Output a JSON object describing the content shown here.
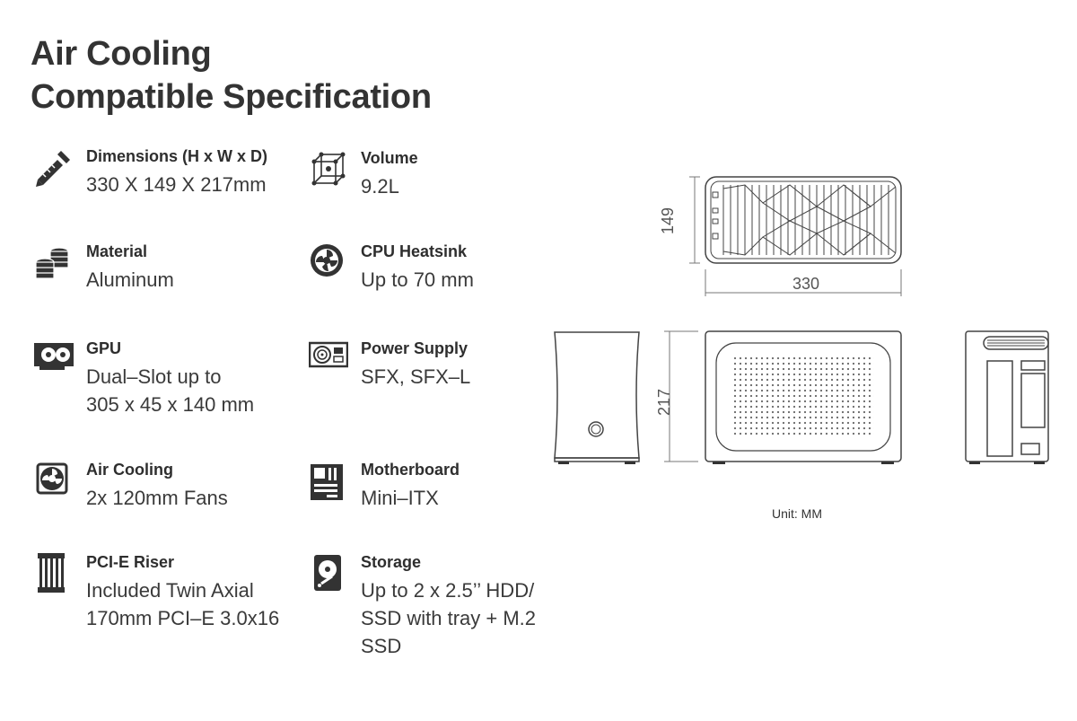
{
  "title": {
    "line1": "Air Cooling",
    "line2": "Compatible Specification"
  },
  "specs": {
    "dimensions": {
      "label": "Dimensions (H x W x D)",
      "value": [
        "330 X 149 X 217mm"
      ],
      "icon": "ruler-pencil-icon"
    },
    "volume": {
      "label": "Volume",
      "value": [
        "9.2L"
      ],
      "icon": "cube-icon"
    },
    "material": {
      "label": "Material",
      "value": [
        "Aluminum"
      ],
      "icon": "stacked-coins-icon"
    },
    "cpu_heatsink": {
      "label": "CPU Heatsink",
      "value": [
        "Up to 70 mm"
      ],
      "icon": "fan-icon"
    },
    "gpu": {
      "label": "GPU",
      "value": [
        "Dual–Slot up to",
        "305 x 45 x 140 mm"
      ],
      "icon": "graphics-card-icon"
    },
    "power_supply": {
      "label": "Power Supply",
      "value": [
        "SFX, SFX–L"
      ],
      "icon": "power-supply-icon"
    },
    "air_cooling": {
      "label": "Air Cooling",
      "value": [
        "2x 120mm Fans"
      ],
      "icon": "fan-icon"
    },
    "motherboard": {
      "label": "Motherboard",
      "value": [
        "Mini–ITX"
      ],
      "icon": "motherboard-icon"
    },
    "pcie_riser": {
      "label": "PCI-E Riser",
      "value": [
        "Included Twin Axial",
        "170mm PCI–E 3.0x16"
      ],
      "icon": "riser-cable-icon"
    },
    "storage": {
      "label": "Storage",
      "value": [
        "Up to 2 x 2.5’’ HDD/",
        "SSD with tray + M.2",
        "SSD"
      ],
      "icon": "hard-drive-icon"
    }
  },
  "drawing": {
    "height_label": "149",
    "width_label": "330",
    "depth_label": "217",
    "unit": "Unit: MM"
  },
  "colors": {
    "text": "#333333",
    "line": "#555555"
  }
}
